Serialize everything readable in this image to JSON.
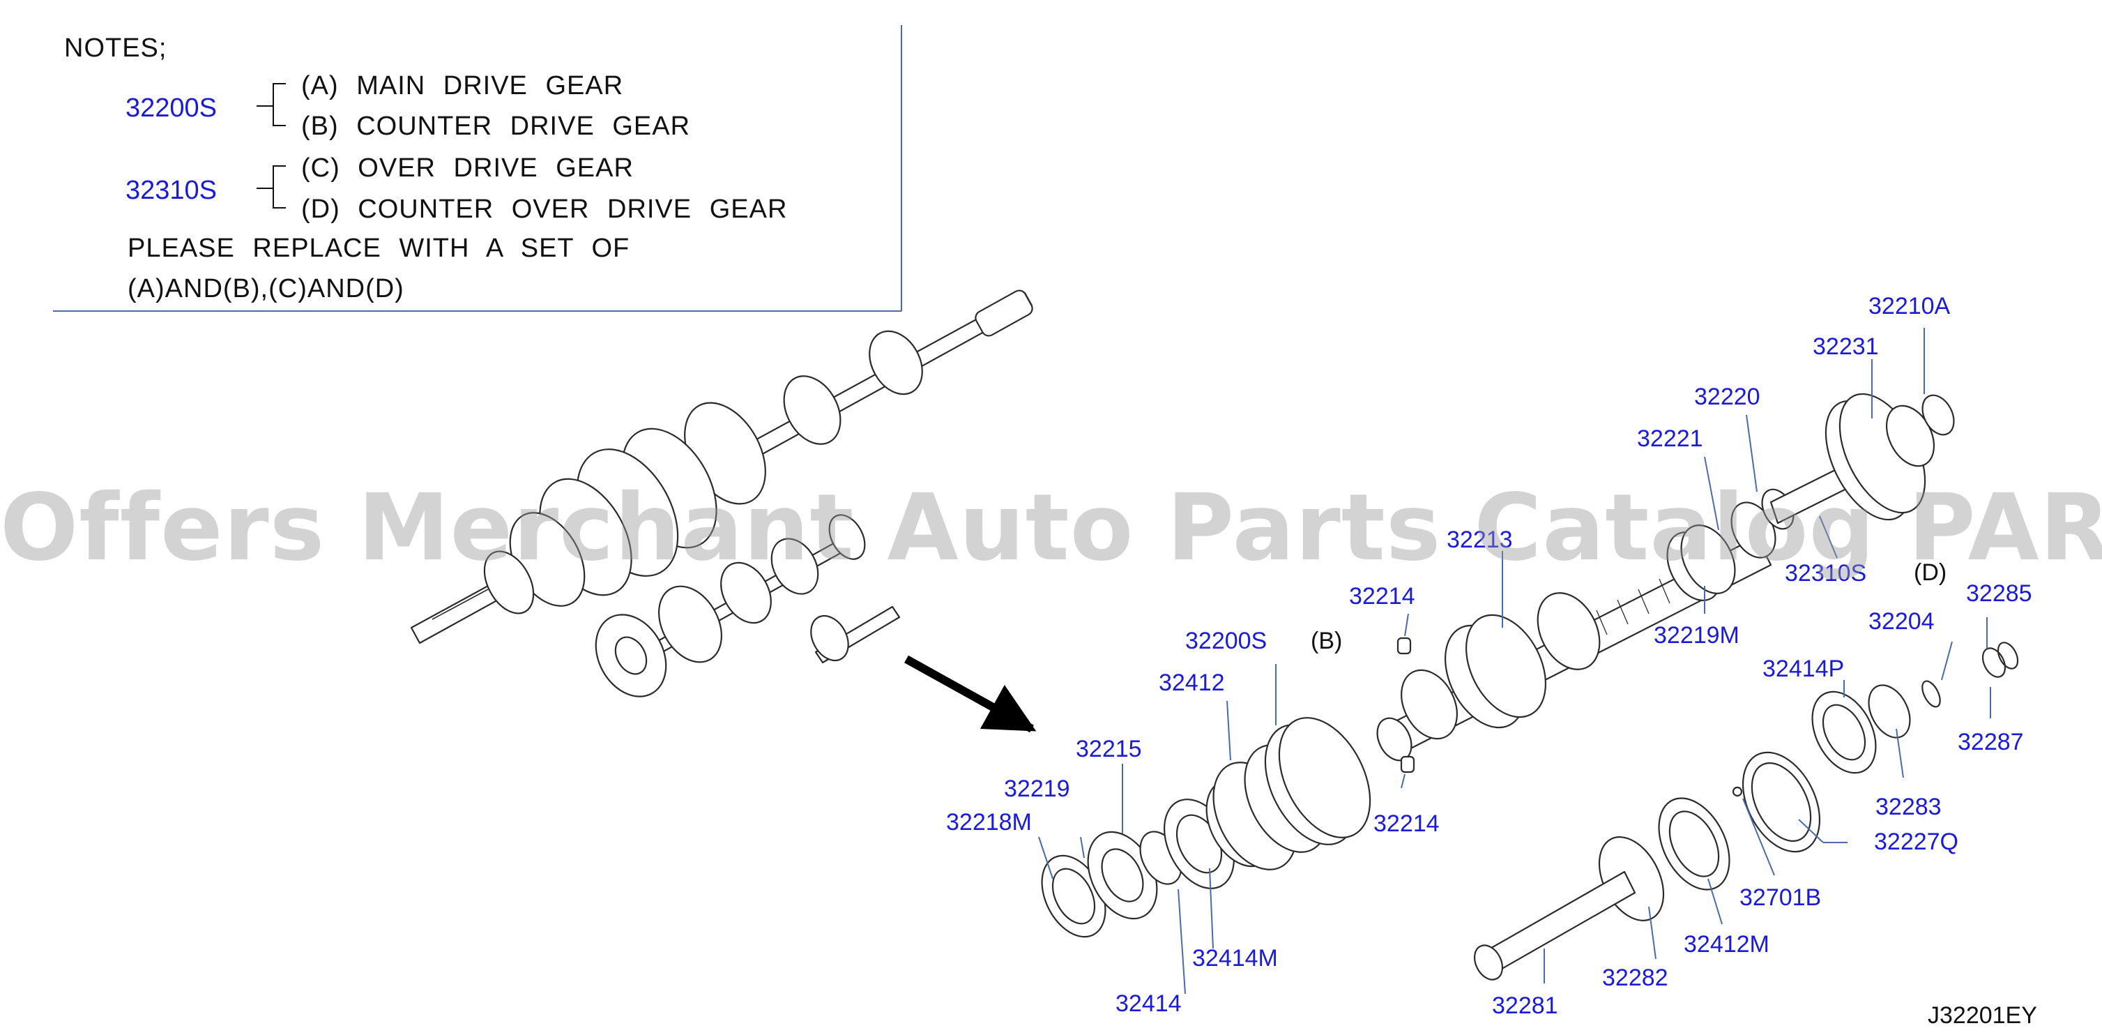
{
  "notes": {
    "heading": "NOTES;",
    "groups": [
      {
        "part": "32200S",
        "lines": [
          "(A)  MAIN  DRIVE  GEAR",
          "(B)  COUNTER  DRIVE  GEAR"
        ]
      },
      {
        "part": "32310S",
        "lines": [
          "(C)  OVER  DRIVE  GEAR",
          "(D)  COUNTER  OVER  DRIVE  GEAR"
        ]
      }
    ],
    "footer": [
      "PLEASE  REPLACE  WITH  A  SET  OF",
      "(A)AND(B),(C)AND(D)"
    ]
  },
  "callouts": [
    "32210A",
    "32231",
    "32220",
    "32221",
    "32213",
    "32310S",
    "32214",
    "32219M",
    "32285",
    "32204",
    "32414P",
    "32287",
    "32283",
    "32227Q",
    "32200S",
    "32412",
    "32215",
    "32219",
    "32218M",
    "32214",
    "32414M",
    "32414",
    "32701B",
    "32412M",
    "32282",
    "32281"
  ],
  "ref_letters": [
    "(B)",
    "(D)"
  ],
  "diagram_code": "J32201EY",
  "watermark": "Offers Merchant Auto Parts Catalog PARTSTORE.SA",
  "colors": {
    "label": "#1a1ad8",
    "line_art": "#2b2b2b",
    "watermark": "#969696"
  }
}
